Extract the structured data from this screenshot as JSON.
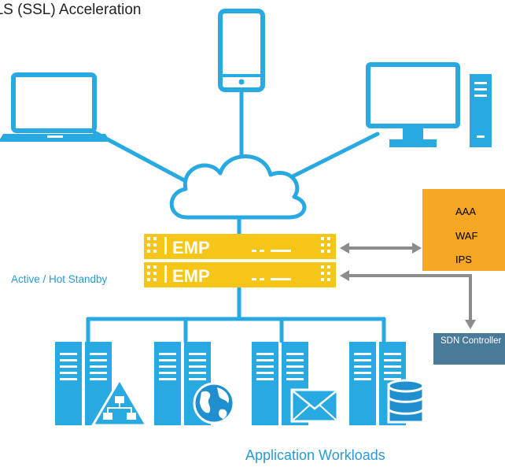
{
  "title": "TLS (SSL) Acceleration",
  "ha_label": "Active / Hot Standby",
  "brand_label": "EMP",
  "security_services": [
    {
      "label": "AAA",
      "icon": "warning-network-icon"
    },
    {
      "label": "WAF",
      "icon": "firewall-brick-icon"
    },
    {
      "label": "IPS",
      "icon": "magnifier-icon"
    }
  ],
  "sdn_label": "SDN Controller",
  "workloads_label": "Application Workloads",
  "colors": {
    "primary_blue": "#29a9e1",
    "appliance_yellow": "#f5c518",
    "security_orange": "#f5a623",
    "sdn_slate": "#4a7a99",
    "arrow_gray": "#8c8c8c",
    "alert_red": "#e02020"
  },
  "icons": [
    "laptop-icon",
    "smartphone-icon",
    "desktop-icon",
    "cloud-icon",
    "server-rack-icon",
    "network-icon",
    "globe-icon",
    "envelope-icon",
    "database-icon"
  ]
}
